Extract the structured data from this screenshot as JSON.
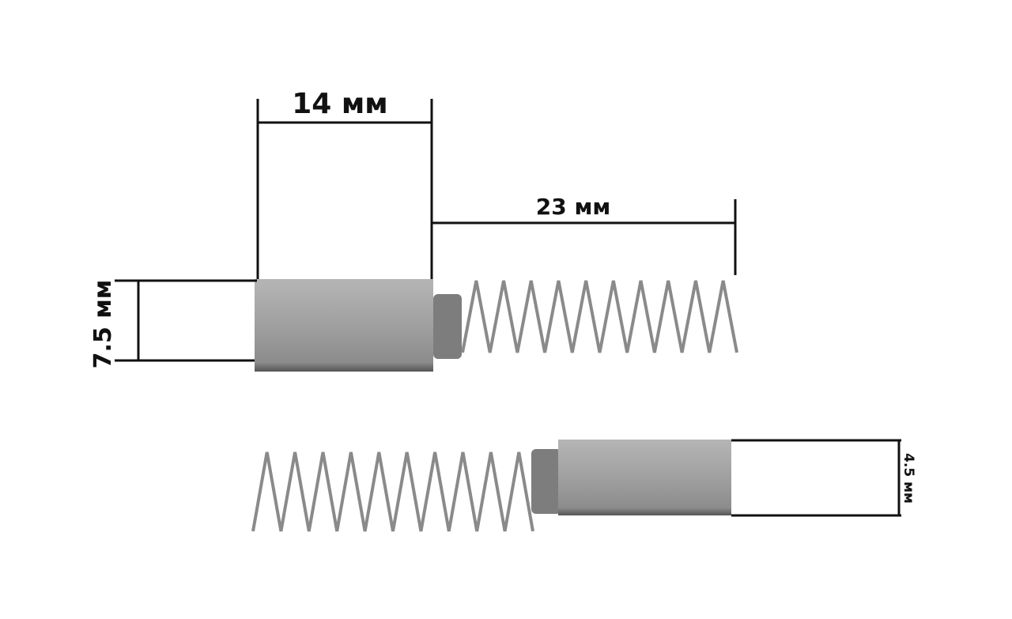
{
  "diagram": {
    "top_brush": {
      "length_label": "14 мм",
      "spring_label": "23 мм",
      "height_label": "7.5 мм"
    },
    "bottom_brush": {
      "width_label": "4.5 мм"
    },
    "colors": {
      "carbon": "#9a9a9a",
      "spring": "#8a8a8a",
      "line": "#111111"
    }
  }
}
